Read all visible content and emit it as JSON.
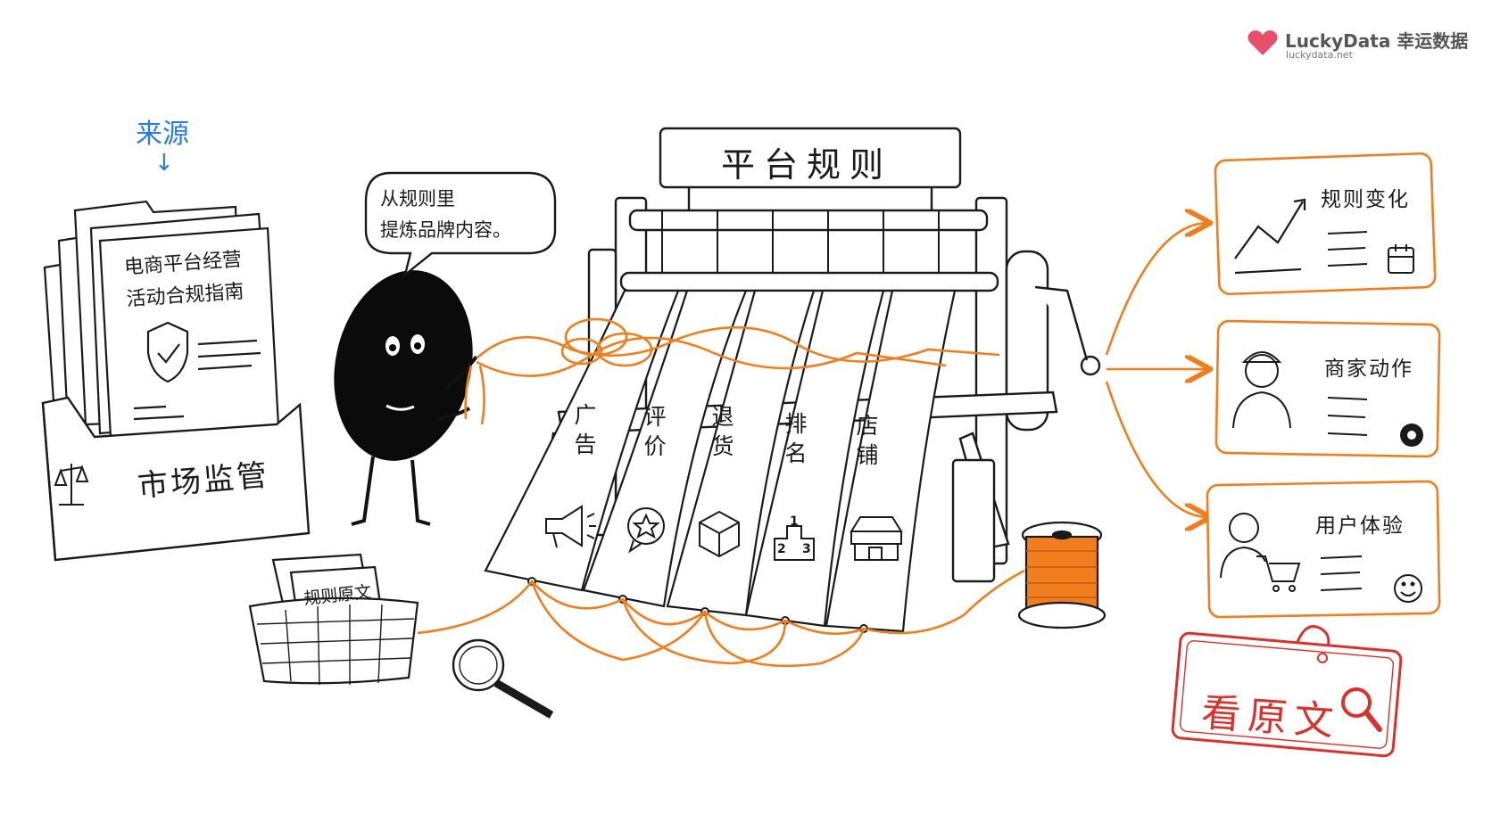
{
  "brand": {
    "name": "LuckyData 幸运数据",
    "url": "luckydata.net",
    "logo_icon": "heart-logo-icon"
  },
  "source": {
    "label": "来源",
    "arrow": "↓"
  },
  "document": {
    "title": "电商平台经营\n活动合规指南",
    "icon": "shield-check-icon"
  },
  "box": {
    "label": "市场监管",
    "icon": "scales-icon"
  },
  "speech_bubble": {
    "text": "从规则里\n提炼品牌内容。"
  },
  "loom": {
    "sign": "平台规则"
  },
  "strips": [
    {
      "label": "广告",
      "icon": "megaphone-icon"
    },
    {
      "label": "评价",
      "icon": "star-chat-icon"
    },
    {
      "label": "退货",
      "icon": "package-icon"
    },
    {
      "label": "排名",
      "icon": "podium-icon",
      "podium_numbers": [
        "1",
        "2",
        "3"
      ]
    },
    {
      "label": "店铺",
      "icon": "storefront-icon"
    }
  ],
  "outputs": [
    {
      "title": "规则变化",
      "icon": "trend-chart-icon",
      "badge_icon": "calendar-icon"
    },
    {
      "title": "商家动作",
      "icon": "merchant-icon",
      "badge_icon": "gear-icon"
    },
    {
      "title": "用户体验",
      "icon": "shopper-cart-icon",
      "badge_icon": "smile-icon"
    }
  ],
  "basket": {
    "label": "规则原文"
  },
  "stamp": {
    "label": "看原文",
    "icon": "search-icon"
  },
  "colors": {
    "accent": "#f07d1e",
    "source_blue": "#2a7be0",
    "stamp_red": "#d9312c",
    "ink": "#1a1a1a"
  }
}
